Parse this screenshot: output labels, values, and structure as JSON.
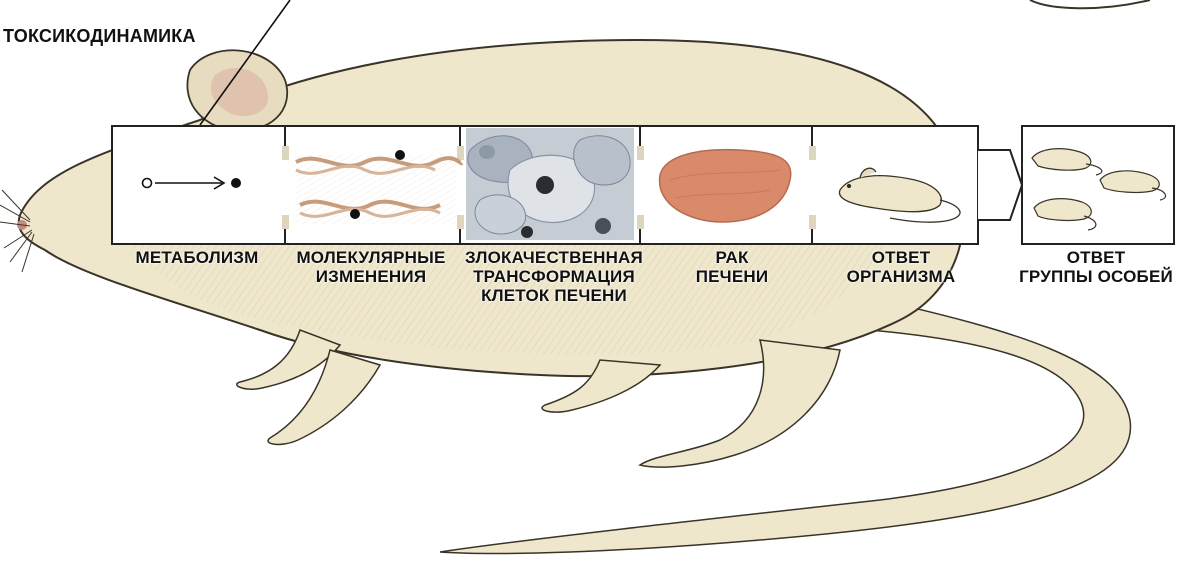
{
  "title": "ТОКСИКОДИНАМИКА",
  "stages": [
    {
      "id": "metabolism",
      "lines": [
        "МЕТАБОЛИЗМ"
      ]
    },
    {
      "id": "molecular",
      "lines": [
        "МОЛЕКУЛЯРНЫЕ",
        "ИЗМЕНЕНИЯ"
      ]
    },
    {
      "id": "malignant",
      "lines": [
        "ЗЛОКАЧЕСТВЕННАЯ",
        "ТРАНСФОРМАЦИЯ",
        "КЛЕТОК ПЕЧЕНИ"
      ]
    },
    {
      "id": "liver-cancer",
      "lines": [
        "РАК",
        "ПЕЧЕНИ"
      ]
    },
    {
      "id": "organism",
      "lines": [
        "ОТВЕТ",
        "ОРГАНИЗМА"
      ]
    },
    {
      "id": "group",
      "lines": [
        "ОТВЕТ",
        "ГРУППЫ ОСОБЕЙ"
      ]
    }
  ],
  "colors": {
    "rat_fur": "#efe7cc",
    "rat_shadow": "#cfc4a2",
    "outline": "#3a3428",
    "liver": "#d98a6a",
    "cells": "#b9c3cf"
  }
}
